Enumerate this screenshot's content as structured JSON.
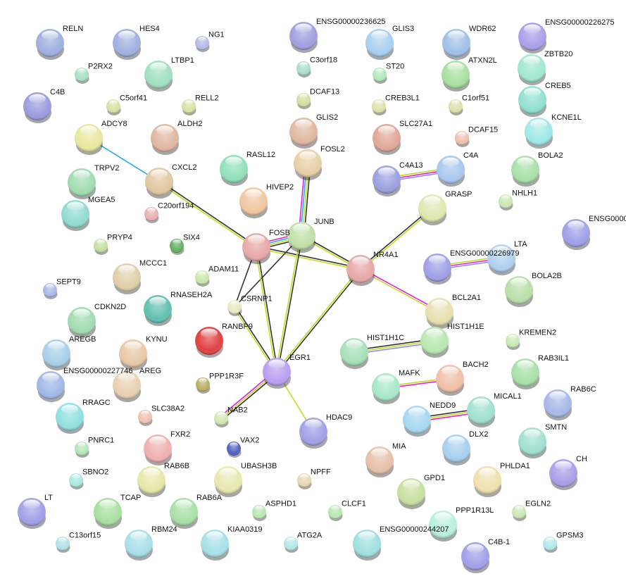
{
  "evidence_colors": {
    "coexpression": "#8c8cff",
    "experiments": "#e020e0",
    "databases": "#20b0e0",
    "textmining": "#c4dc1c",
    "combined": "#333333"
  },
  "nodes": [
    {
      "name": "RELN",
      "color": "#9fb0e0"
    },
    {
      "name": "HES4",
      "color": "#a0b0e0"
    },
    {
      "name": "NG1",
      "color": "#b0bde8"
    },
    {
      "name": "P2RX2",
      "color": "#a8e0c0"
    },
    {
      "name": "LTBP1",
      "color": "#a0e0c0"
    },
    {
      "name": "C4B",
      "color": "#9b9be0"
    },
    {
      "name": "C5orf41",
      "color": "#d8e0a0"
    },
    {
      "name": "RELL2",
      "color": "#d8e0a0"
    },
    {
      "name": "ADCY8",
      "color": "#e8e8a0"
    },
    {
      "name": "ALDH2",
      "color": "#e0b8a0"
    },
    {
      "name": "TRPV2",
      "color": "#a0dcb0"
    },
    {
      "name": "MGEA5",
      "color": "#90dcd0"
    },
    {
      "name": "CXCL2",
      "color": "#e0c8a0"
    },
    {
      "name": "C20orf194",
      "color": "#e8b0b0"
    },
    {
      "name": "RASL12",
      "color": "#90e0b8"
    },
    {
      "name": "HIVEP2",
      "color": "#f0c8a0"
    },
    {
      "name": "PRYP4",
      "color": "#c0e0a0"
    },
    {
      "name": "SIX4",
      "color": "#60b060"
    },
    {
      "name": "MCCC1",
      "color": "#e0d0a8"
    },
    {
      "name": "ADAM11",
      "color": "#c8e8a8"
    },
    {
      "name": "SEPT9",
      "color": "#a8b8e8"
    },
    {
      "name": "FOSB",
      "color": "#e8a8a8"
    },
    {
      "name": "JUNB",
      "color": "#c0e0a8"
    },
    {
      "name": "ENSG00000236625",
      "color": "#9fa0e0"
    },
    {
      "name": "C3orf18",
      "color": "#a8e0c8"
    },
    {
      "name": "DCAF13",
      "color": "#d0e0a0"
    },
    {
      "name": "GLIS2",
      "color": "#e0b8a0"
    },
    {
      "name": "FOSL2",
      "color": "#e8d0a8"
    },
    {
      "name": "GLIS3",
      "color": "#a8d0f0"
    },
    {
      "name": "WDR62",
      "color": "#a0c0e8"
    },
    {
      "name": "ENSG00000226275",
      "color": "#a8a0e8"
    },
    {
      "name": "ZBTB20",
      "color": "#a0e8d0"
    },
    {
      "name": "ST20",
      "color": "#b0e8b8"
    },
    {
      "name": "ATXN2L",
      "color": "#a8e0a0"
    },
    {
      "name": "CREB5",
      "color": "#90e0d0"
    },
    {
      "name": "CREB3L1",
      "color": "#e0e0a8"
    },
    {
      "name": "C1orf51",
      "color": "#e0e0a8"
    },
    {
      "name": "KCNE1L",
      "color": "#a0e8e8"
    },
    {
      "name": "SLC27A1",
      "color": "#e0a898"
    },
    {
      "name": "DCAF15",
      "color": "#f0c0b0"
    },
    {
      "name": "C4A",
      "color": "#a8c8f0"
    },
    {
      "name": "C4A13",
      "color": "#9ba0e0"
    },
    {
      "name": "BOLA2",
      "color": "#a8e0a8"
    },
    {
      "name": "GRASP",
      "color": "#e0e8b0"
    },
    {
      "name": "NHLH1",
      "color": "#c8e8b0"
    },
    {
      "name": "ENSG0000",
      "color": "#9fa0e8"
    },
    {
      "name": "NR4A1",
      "color": "#e8a8a8"
    },
    {
      "name": "ENSG00000226979",
      "color": "#9fa0e8"
    },
    {
      "name": "LTA",
      "color": "#b0d0f0"
    },
    {
      "name": "BOLA2B",
      "color": "#b8e0a8"
    },
    {
      "name": "RNASEH2A",
      "color": "#60c0b0"
    },
    {
      "name": "CDKN2D",
      "color": "#a0dcb0"
    },
    {
      "name": "CSRNP1",
      "color": "#e8e8c0"
    },
    {
      "name": "RANBP9",
      "color": "#e04040"
    },
    {
      "name": "AREGB",
      "color": "#a8d0e8"
    },
    {
      "name": "KYNU",
      "color": "#e8c8a8"
    },
    {
      "name": "EGR1",
      "color": "#b8a0f0"
    },
    {
      "name": "ENSG00000227746",
      "color": "#a0b8e8"
    },
    {
      "name": "AREG",
      "color": "#e8d0b0"
    },
    {
      "name": "PPP1R3F",
      "color": "#b8b060"
    },
    {
      "name": "RRAGC",
      "color": "#90e0e0"
    },
    {
      "name": "SLC38A2",
      "color": "#f0c0b0"
    },
    {
      "name": "NAB2",
      "color": "#d0e8b0"
    },
    {
      "name": "HDAC9",
      "color": "#a0a0e8"
    },
    {
      "name": "PNRC1",
      "color": "#b0e8b8"
    },
    {
      "name": "FXR2",
      "color": "#f0b0b0"
    },
    {
      "name": "VAX2",
      "color": "#5060c0"
    },
    {
      "name": "SBNO2",
      "color": "#a8e8e0"
    },
    {
      "name": "RAB6B",
      "color": "#e8e8a8"
    },
    {
      "name": "UBASH3B",
      "color": "#e8e8b0"
    },
    {
      "name": "NPFF",
      "color": "#e8d8b0"
    },
    {
      "name": "LT",
      "color": "#a0a0e8"
    },
    {
      "name": "TCAP",
      "color": "#a8e0a0"
    },
    {
      "name": "RAB6A",
      "color": "#a8e0a8"
    },
    {
      "name": "ASPHD1",
      "color": "#b8e8b0"
    },
    {
      "name": "C13orf15",
      "color": "#b0e0e8"
    },
    {
      "name": "RBM24",
      "color": "#a8e0e8"
    },
    {
      "name": "KIAA0319",
      "color": "#a8e0e8"
    },
    {
      "name": "ATG2A",
      "color": "#b0e8e8"
    },
    {
      "name": "BCL2A1",
      "color": "#e8e0b0"
    },
    {
      "name": "HIST1H1E",
      "color": "#b8e8b0"
    },
    {
      "name": "KREMEN2",
      "color": "#c8e8b0"
    },
    {
      "name": "HIST1H1C",
      "color": "#a8e0b8"
    },
    {
      "name": "RAB3IL1",
      "color": "#a8e0a8"
    },
    {
      "name": "MAFK",
      "color": "#a8e8c8"
    },
    {
      "name": "BACH2",
      "color": "#f0c0a8"
    },
    {
      "name": "MICAL1",
      "color": "#a0e0d0"
    },
    {
      "name": "RAB6C",
      "color": "#a8b8e8"
    },
    {
      "name": "NEDD9",
      "color": "#a8d8f0"
    },
    {
      "name": "DLX2",
      "color": "#a8d0f0"
    },
    {
      "name": "SMTN",
      "color": "#a0e0d0"
    },
    {
      "name": "MIA",
      "color": "#e8c0a8"
    },
    {
      "name": "CH",
      "color": "#a8a0e8"
    },
    {
      "name": "PHLDA1",
      "color": "#f0e0b0"
    },
    {
      "name": "GPD1",
      "color": "#c8e0a0"
    },
    {
      "name": "CLCF1",
      "color": "#b8e8b0"
    },
    {
      "name": "EGLN2",
      "color": "#c8e8b0"
    },
    {
      "name": "PPP1R13L",
      "color": "#b8f0e0"
    },
    {
      "name": "ENSG00000244207",
      "color": "#a0e0e0"
    },
    {
      "name": "C4B-1",
      "color": "#a0a0e8"
    },
    {
      "name": "GPSM3",
      "color": "#b0e8e8"
    }
  ],
  "edges": [
    {
      "source": "ADCY8",
      "target": "CXCL2",
      "evidence": [
        "databases"
      ]
    },
    {
      "source": "CXCL2",
      "target": "FOSB",
      "evidence": [
        "combined",
        "textmining"
      ]
    },
    {
      "source": "FOSL2",
      "target": "JUNB",
      "evidence": [
        "combined",
        "textmining",
        "databases",
        "experiments"
      ]
    },
    {
      "source": "FOSB",
      "target": "JUNB",
      "evidence": [
        "experiments",
        "databases",
        "textmining",
        "combined"
      ]
    },
    {
      "source": "FOSB",
      "target": "NR4A1",
      "evidence": [
        "combined",
        "textmining"
      ]
    },
    {
      "source": "JUNB",
      "target": "NR4A1",
      "evidence": [
        "combined",
        "textmining"
      ]
    },
    {
      "source": "FOSB",
      "target": "CSRNP1",
      "evidence": [
        "combined"
      ]
    },
    {
      "source": "JUNB",
      "target": "CSRNP1",
      "evidence": [
        "combined"
      ]
    },
    {
      "source": "FOSB",
      "target": "EGR1",
      "evidence": [
        "combined",
        "textmining"
      ]
    },
    {
      "source": "JUNB",
      "target": "EGR1",
      "evidence": [
        "combined",
        "textmining"
      ]
    },
    {
      "source": "CSRNP1",
      "target": "EGR1",
      "evidence": [
        "combined",
        "textmining"
      ]
    },
    {
      "source": "NR4A1",
      "target": "EGR1",
      "evidence": [
        "combined",
        "textmining"
      ]
    },
    {
      "source": "NR4A1",
      "target": "GRASP",
      "evidence": [
        "combined",
        "textmining"
      ]
    },
    {
      "source": "NR4A1",
      "target": "BCL2A1",
      "evidence": [
        "experiments",
        "textmining"
      ]
    },
    {
      "source": "EGR1",
      "target": "NAB2",
      "evidence": [
        "combined",
        "textmining",
        "experiments"
      ]
    },
    {
      "source": "EGR1",
      "target": "HDAC9",
      "evidence": [
        "textmining"
      ]
    },
    {
      "source": "C4A13",
      "target": "C4A",
      "evidence": [
        "textmining",
        "experiments",
        "coexpression"
      ]
    },
    {
      "source": "ENSG00000226979",
      "target": "LTA",
      "evidence": [
        "textmining",
        "experiments",
        "coexpression"
      ]
    },
    {
      "source": "HIST1H1C",
      "target": "HIST1H1E",
      "evidence": [
        "combined",
        "textmining",
        "coexpression"
      ]
    },
    {
      "source": "MAFK",
      "target": "BACH2",
      "evidence": [
        "textmining",
        "experiments"
      ]
    },
    {
      "source": "NEDD9",
      "target": "MICAL1",
      "evidence": [
        "combined",
        "textmining",
        "experiments"
      ]
    }
  ]
}
